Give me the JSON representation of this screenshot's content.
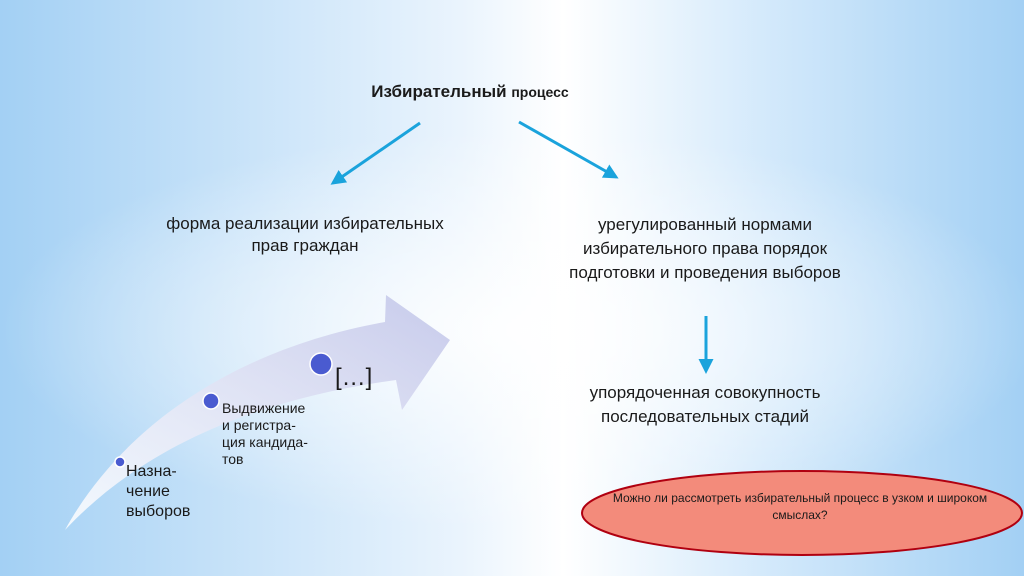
{
  "diagram": {
    "title_main": "Избирательный",
    "title_sub": "процесс",
    "left_definition": "форма реализации избирательных прав граждан",
    "right_definition": "урегулированный нормами избирательного права порядок подготовки и проведения выборов",
    "right_result": "упорядоченная совокупность последовательных стадий",
    "stages": [
      {
        "label": "Назна-чение выборов"
      },
      {
        "label": "Выдвижение и регистра-ция кандида-тов"
      },
      {
        "label": "[…]"
      }
    ],
    "question": "Можно ли рассмотреть избирательный процесс в узком и широком смыслах?"
  },
  "colors": {
    "arrow_blue": "#1aa3dc",
    "stage_arrow": "#c9cdec",
    "stage_dot": "#4a5bd0",
    "question_fill": "#f38b7b",
    "question_border": "#b00010"
  }
}
